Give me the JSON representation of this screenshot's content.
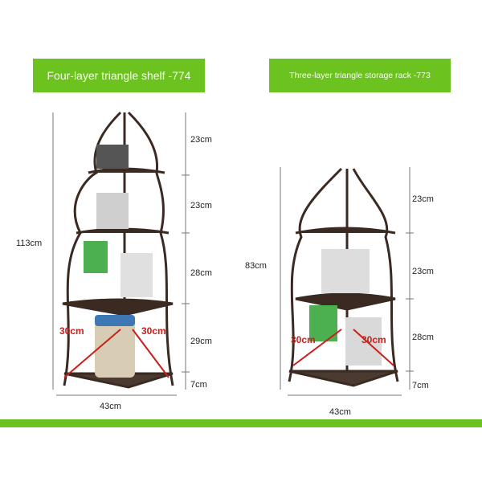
{
  "products": [
    {
      "title": "Four-layer triangle shelf -774",
      "height_total": "113cm",
      "tiers": [
        "23cm",
        "23cm",
        "28cm",
        "29cm",
        "7cm"
      ],
      "width": "43cm",
      "side_left": "30cm",
      "side_right": "30cm"
    },
    {
      "title": "Three-layer triangle storage rack -773",
      "height_total": "83cm",
      "tiers": [
        "23cm",
        "23cm",
        "28cm",
        "7cm"
      ],
      "width": "43cm",
      "side_left": "30cm",
      "side_right": "30cm"
    }
  ],
  "colors": {
    "accent_green": "#6cc21e",
    "shelf_brown": "#3a2a22",
    "measure_red": "#c8201a"
  }
}
